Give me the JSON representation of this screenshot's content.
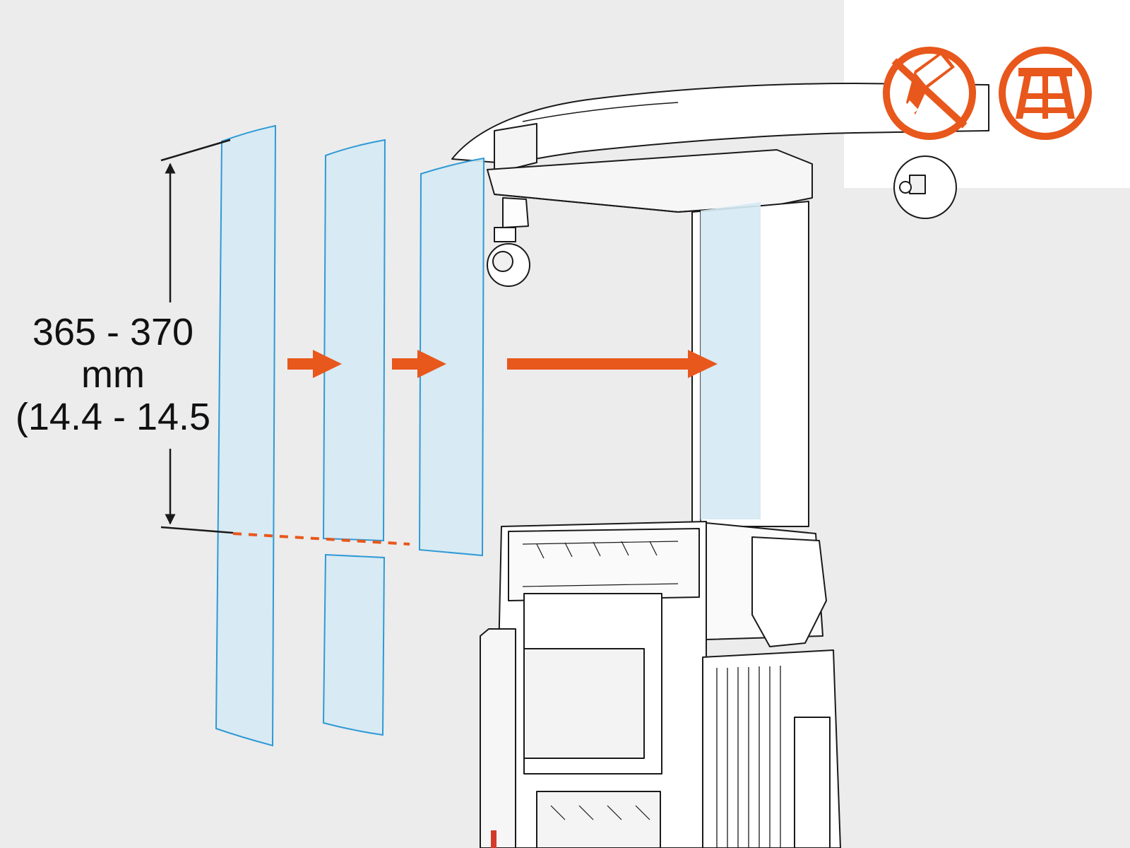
{
  "dimension": {
    "line1": "365 - 370",
    "line2": "mm",
    "line3": "(14.4 - 14.5"
  },
  "icons": [
    {
      "name": "pencil-icon",
      "color": "#e8571b"
    },
    {
      "name": "ladder-icon",
      "color": "#e8571b"
    }
  ],
  "colors": {
    "accent": "#e8571b",
    "film": "#d6e9f3",
    "film_edge": "#2f9ad6",
    "line": "#1a1a1a"
  }
}
